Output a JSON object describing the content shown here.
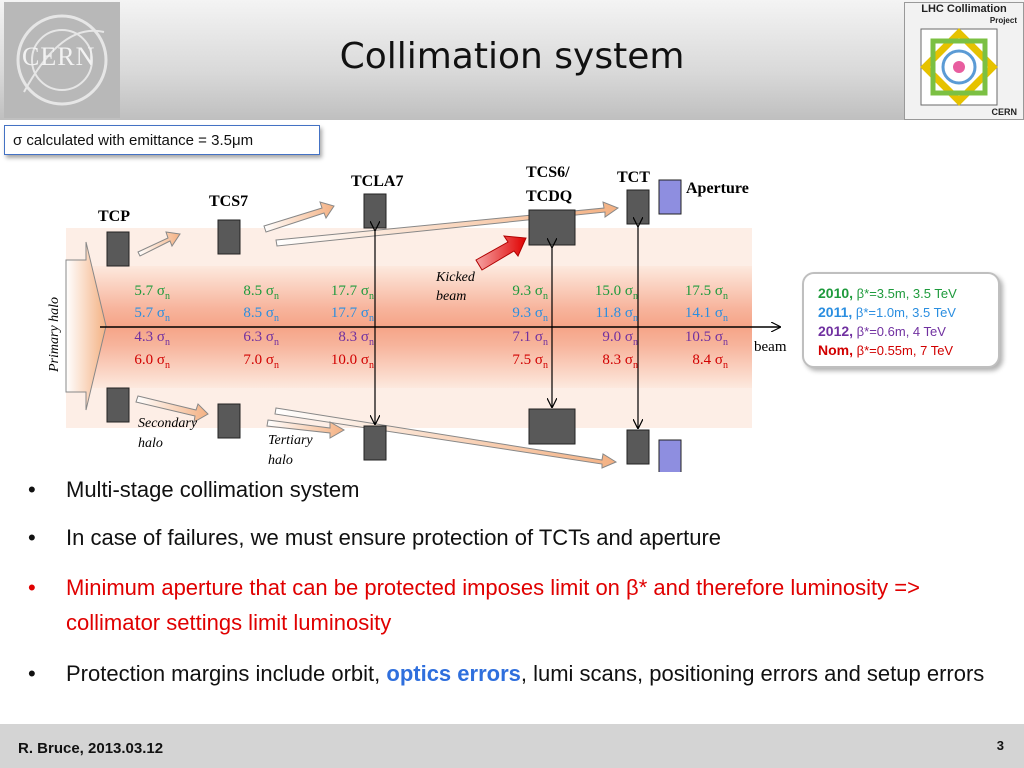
{
  "header": {
    "title": "Collimation system",
    "cern_logo_text": "CERN",
    "lhc_logo": {
      "line1": "LHC Collimation",
      "line2": "Project",
      "line3": "CERN"
    }
  },
  "note": "σ calculated with  emittance = 3.5μm",
  "diagram": {
    "labels": {
      "tcp": "TCP",
      "tcs7": "TCS7",
      "tcla7": "TCLA7",
      "tcs6_line1": "TCS6/",
      "tcs6_line2": "TCDQ",
      "tct": "TCT",
      "aperture": "Aperture",
      "beam": "beam",
      "primary_halo": "Primary halo",
      "secondary_halo_1": "Secondary",
      "secondary_halo_2": "halo",
      "tertiary_halo_1": "Tertiary",
      "tertiary_halo_2": "halo",
      "kicked_beam_1": "Kicked",
      "kicked_beam_2": "beam"
    },
    "settings": [
      {
        "year": "2010",
        "color": "#1e9a3c",
        "values": [
          "5.7",
          "8.5",
          "17.7",
          "9.3",
          "15.0",
          "17.5"
        ]
      },
      {
        "year": "2011",
        "color": "#2a8ee0",
        "values": [
          "5.7",
          "8.5",
          "17.7",
          "9.3",
          "11.8",
          "14.1"
        ]
      },
      {
        "year": "2012",
        "color": "#7030a0",
        "values": [
          "4.3",
          "6.3",
          "8.3",
          "7.1",
          "9.0",
          "10.5"
        ]
      },
      {
        "year": "Nom",
        "color": "#d10000",
        "values": [
          "6.0",
          "7.0",
          "10.0",
          "7.5",
          "8.3",
          "8.4"
        ]
      }
    ],
    "sigma_symbol": "σ",
    "sigma_subscript": "n"
  },
  "legend": [
    {
      "year": "2010,",
      "text": " β*=3.5m, 3.5 TeV",
      "color": "#1e9a3c"
    },
    {
      "year": "2011,",
      "text": " β*=1.0m, 3.5 TeV",
      "color": "#2a8ee0"
    },
    {
      "year": "2012,",
      "text": " β*=0.6m, 4 TeV",
      "color": "#7030a0"
    },
    {
      "year": "Nom,",
      "text": " β*=0.55m, 7 TeV",
      "color": "#d10000"
    }
  ],
  "bullets": {
    "b1": "Multi-stage collimation system",
    "b2": "In case of failures, we must ensure protection of TCTs and aperture",
    "b3": "Minimum aperture that can be protected imposes limit on β* and therefore luminosity => collimator settings limit luminosity",
    "b4_pre": "Protection margins include orbit, ",
    "b4_highlight": "optics errors",
    "b4_post": ", lumi scans, positioning errors and setup errors",
    "bullet_char": "•"
  },
  "footer": {
    "author": "R. Bruce, 2013.03.12",
    "page": "3"
  }
}
